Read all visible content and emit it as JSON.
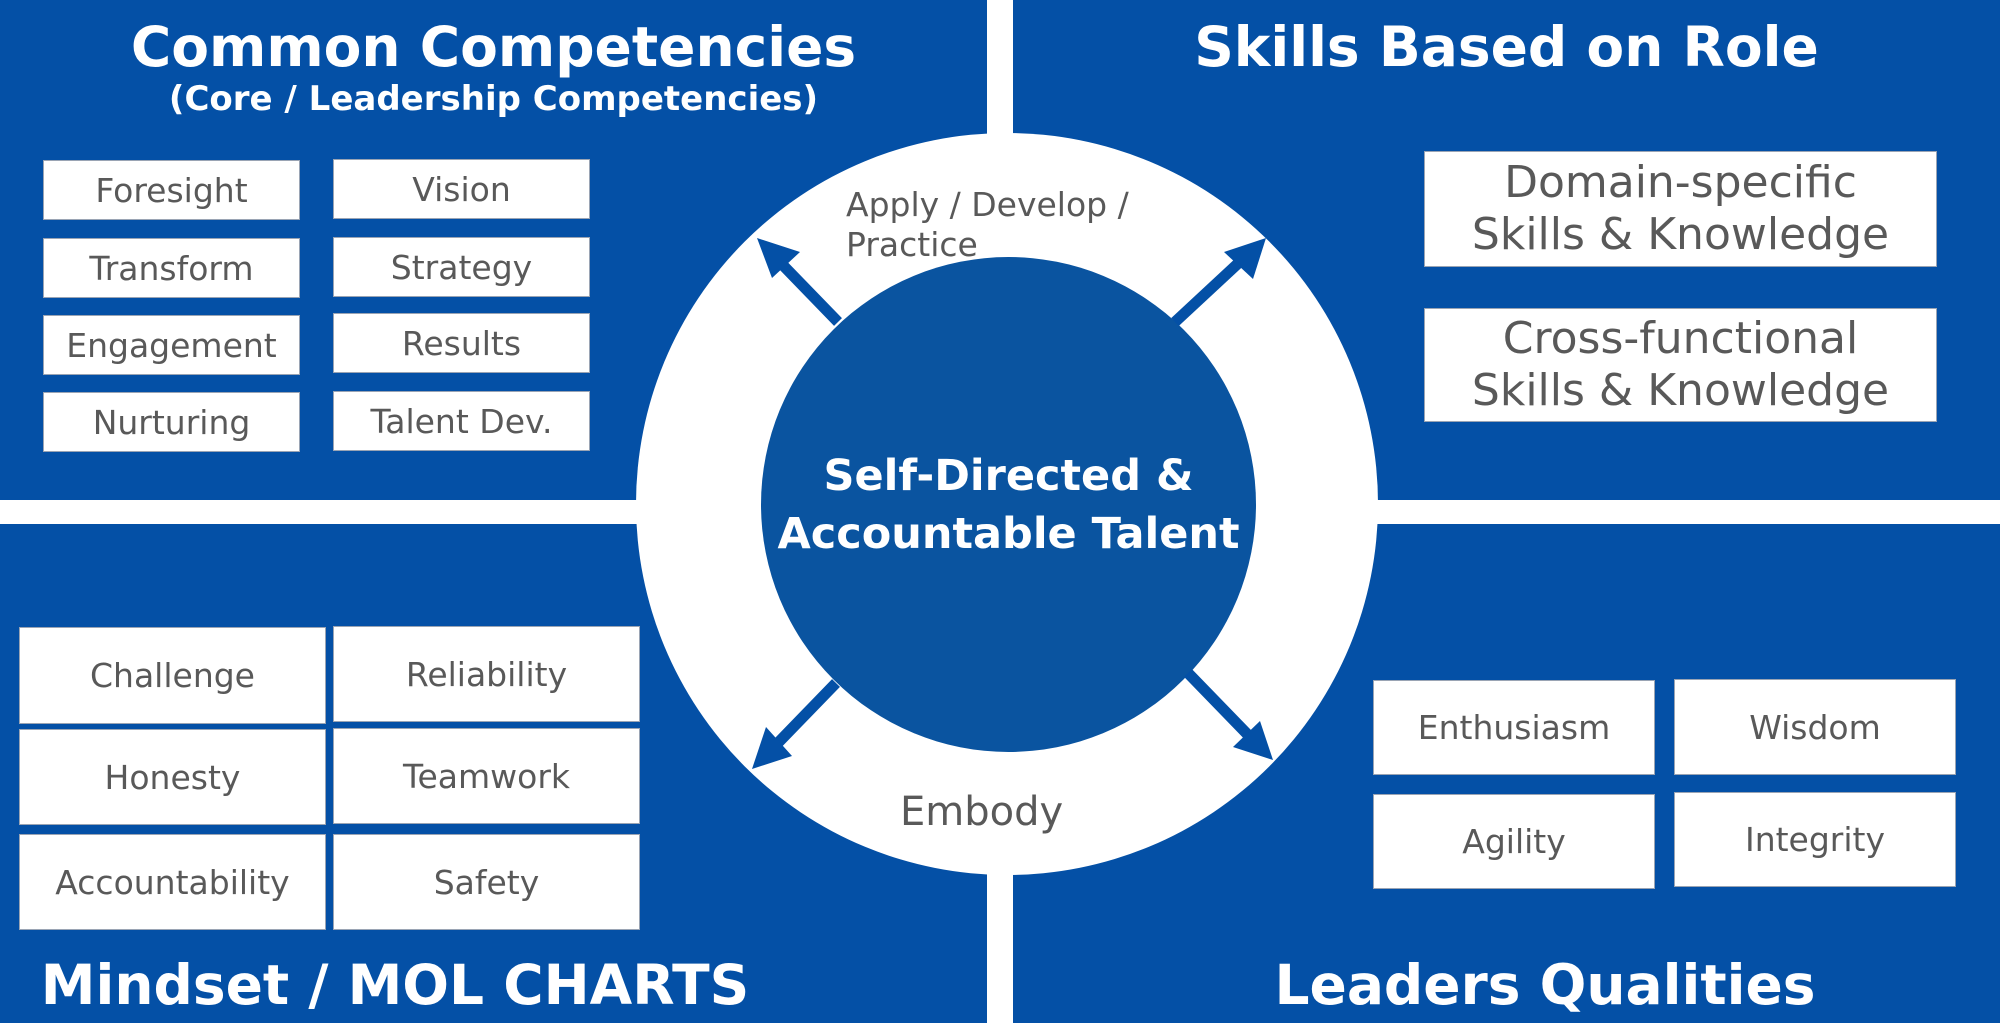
{
  "center": {
    "lines": [
      "Self-Directed &",
      "Accountable Talent"
    ],
    "apply_lines": [
      "Apply / Develop /",
      "Practice"
    ],
    "embody": "Embody"
  },
  "common_competencies": {
    "title": "Common Competencies",
    "subtitle": "(Core / Leadership Competencies)",
    "items": [
      "Foresight",
      "Vision",
      "Transform",
      "Strategy",
      "Engagement",
      "Results",
      "Nurturing",
      "Talent Dev."
    ]
  },
  "skills_based_on_role": {
    "title": "Skills Based on Role",
    "items": [
      {
        "lines": [
          "Domain-specific",
          "Skills & Knowledge"
        ]
      },
      {
        "lines": [
          "Cross-functional",
          "Skills & Knowledge"
        ]
      }
    ]
  },
  "mindset": {
    "title": "Mindset / MOL CHARTS",
    "items": [
      "Challenge",
      "Reliability",
      "Honesty",
      "Teamwork",
      "Accountability",
      "Safety"
    ]
  },
  "leaders_qualities": {
    "title": "Leaders Qualities",
    "items": [
      "Enthusiasm",
      "Wisdom",
      "Agility",
      "Integrity"
    ]
  },
  "colors": {
    "quadrant_blue": "#0450a6",
    "core_blue": "#0a54a0",
    "box_text": "#595959"
  }
}
